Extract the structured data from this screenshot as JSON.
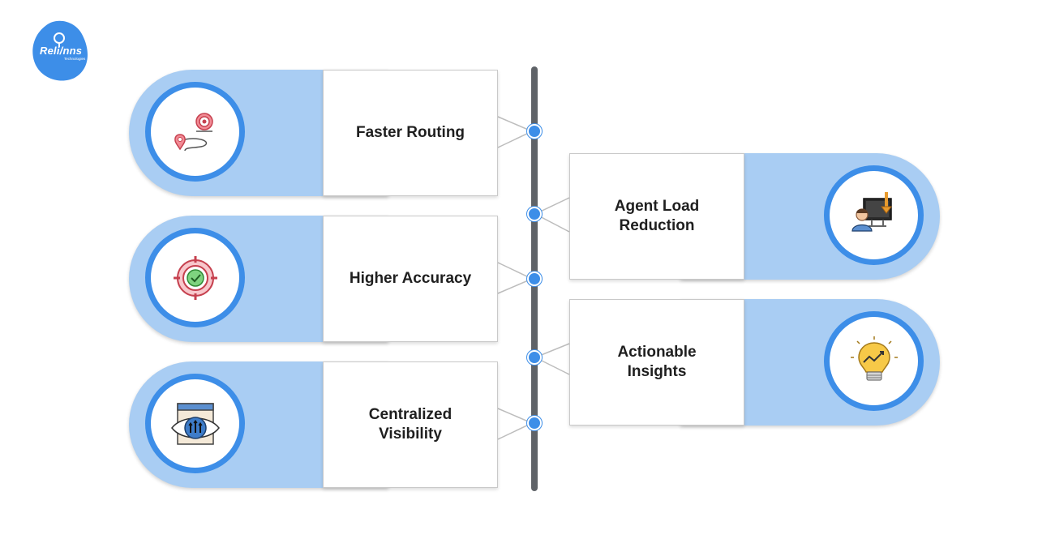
{
  "brand": {
    "logo_text": "Reli/nns",
    "logo_subtext": "Technologies"
  },
  "colors": {
    "accent": "#3d8ee8",
    "pill": "#a9cdf3",
    "timeline": "#5f6368"
  },
  "benefits": {
    "left": [
      {
        "label": "Faster Routing",
        "icon": "route-pins-icon"
      },
      {
        "label": "Higher Accuracy",
        "icon": "target-check-icon"
      },
      {
        "label": "Centralized\nVisibility",
        "icon": "eye-dashboard-icon"
      }
    ],
    "right": [
      {
        "label": "Agent Load\nReduction",
        "icon": "agent-monitor-icon"
      },
      {
        "label": "Actionable\nInsights",
        "icon": "lightbulb-trend-icon"
      }
    ]
  }
}
